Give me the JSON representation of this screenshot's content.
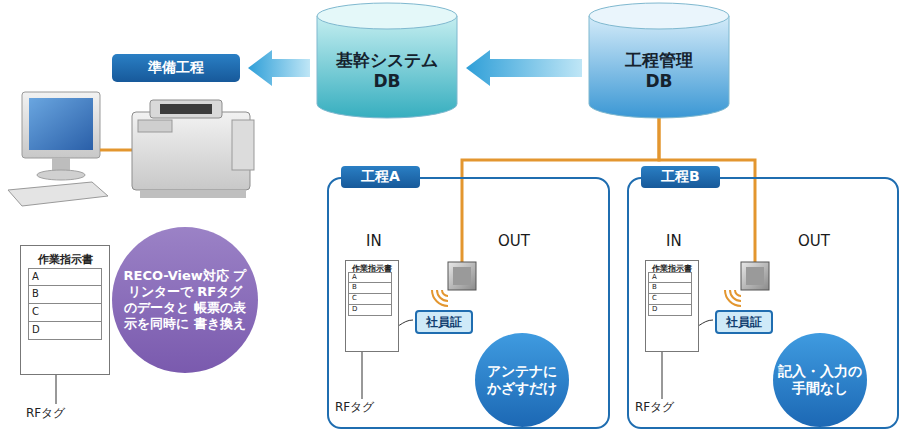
{
  "diagram": {
    "nodes": [
      {
        "text": [
          "準備工程"
        ]
      },
      {
        "text": [
          "基幹システム DB"
        ]
      },
      {
        "text": [
          "工程管理 DB"
        ]
      },
      {
        "text": [
          "作業指示書"
        ]
      },
      {
        "text": [
          "RECO-View対応 プリンターで RFタグのデータと 帳票の表示を同時に 書き換え"
        ]
      },
      {
        "text": [
          "工程A"
        ]
      },
      {
        "text": [
          "作業指示書"
        ],
        "in": 5
      },
      {
        "text": [
          "社員証"
        ],
        "in": 5
      },
      {
        "text": [
          "アンテナに かざすだけ"
        ],
        "in": 5
      },
      {
        "text": [
          "工程B"
        ]
      },
      {
        "text": [
          "作業指示書"
        ],
        "in": 9
      },
      {
        "text": [
          "社員証"
        ],
        "in": 9
      },
      {
        "text": [
          "記入・入力の 手間なし"
        ],
        "in": 9
      }
    ],
    "edges": [
      {
        "from": 2,
        "to": 1,
        "arrow": "to"
      },
      {
        "from": 1,
        "to": 0,
        "arrow": "to"
      },
      {
        "from": 2,
        "to": 5,
        "arrow": "none"
      },
      {
        "from": 2,
        "to": 9,
        "arrow": "none"
      }
    ],
    "labels": [
      "A",
      "B",
      "C",
      "D",
      "RFタグ",
      "IN",
      "OUT",
      "A",
      "B",
      "C",
      "D",
      "RFタグ",
      "IN",
      "OUT",
      "A",
      "B",
      "C",
      "D",
      "RFタグ"
    ]
  }
}
